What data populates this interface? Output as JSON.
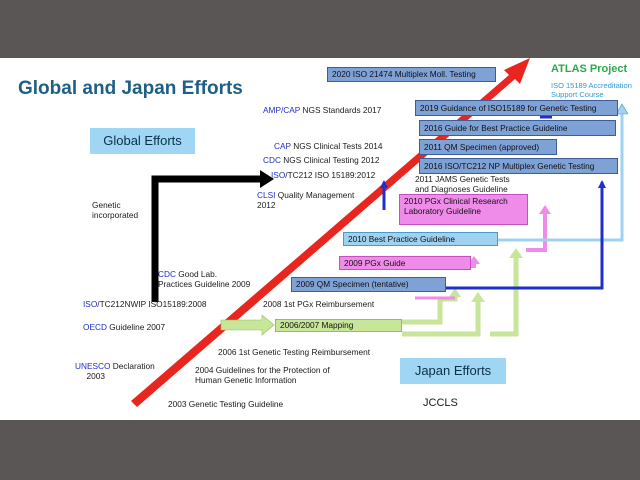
{
  "title": "Global and Japan Efforts",
  "atlas": {
    "name": "ATLAS Project",
    "subtitle": "ISO 15189 Accreditation Support Course"
  },
  "headers": {
    "global": "Global Efforts",
    "japan": "Japan Efforts"
  },
  "global_labels": {
    "unesco_org": "UNESCO",
    "unesco_text": " Declaration",
    "unesco_year": "2003",
    "oecd_org": "OECD",
    "oecd_text": " Guideline 2007",
    "iso2008_org": "ISO",
    "iso2008_text": "/TC212NWIP ISO15189:2008",
    "cdc2009_org": "CDC",
    "cdc2009_text": " Good Lab.",
    "cdc2009_line2": "Practices Guideline 2009",
    "genetic_line1": "Genetic",
    "genetic_line2": "incorporated",
    "clsi_org": "CLSI",
    "clsi_text": " Quality Management",
    "clsi_year": "2012",
    "iso2012_org": "ISO",
    "iso2012_text": "/TC212 ISO 15189:2012",
    "cdc2012_org": "CDC",
    "cdc2012_text": " NGS Clinical Testing 2012",
    "cap2014_org": "CAP",
    "cap2014_text": " NGS Clinical Tests 2014",
    "ampcap_org": "AMP/CAP",
    "ampcap_text": " NGS Standards 2017"
  },
  "japan_labels": {
    "g2003": "2003 Genetic Testing Guideline",
    "g2004_line1": "2004 Guidelines for the Protection of",
    "g2004_line2": "Human Genetic Information",
    "r2006": "2006 1st Genetic Testing Reimbursement",
    "r2008": "2008 1st PGx Reimbursement",
    "jams_line1": "2011 JAMS Genetic Tests",
    "jams_line2": "and Diagnoses Guideline",
    "jccls": "JCCLS"
  },
  "boxes": {
    "iso21474": "2020 ISO 21474 Multiplex Moll. Testing",
    "iso15189_genetic": "2019 Guidance of ISO15189 for Genetic Testing",
    "best_practice_2016": "2016 Guide  for Best Practice Guideline",
    "qm_2011": "2011 QM Specimen (approved)",
    "tc212_2016": "2016 ISO/TC212 NP Multiplex Genetic Testing",
    "pgx_2010": "2010 PGx Clinical Research Laboratory Guideline",
    "best_practice_2010": "2010 Best Practice Guideline",
    "pgx_2009": "2009 PGx Guide",
    "qm_2009": "2009 QM Specimen (tentative)",
    "mapping_2006": "2006/2007 Mapping"
  },
  "colors": {
    "title": "#1f5f86",
    "atlas_green": "#2ea84a",
    "org_blue": "#1f2fc9",
    "timeline_red": "#e8261f",
    "arrow_navy": "#1f2fc9",
    "arrow_black": "#000000",
    "box_blue": "#7ea1d6",
    "box_pink": "#ef8be8",
    "box_green": "#c7e69a",
    "box_lightblue": "#9fd2f0"
  }
}
